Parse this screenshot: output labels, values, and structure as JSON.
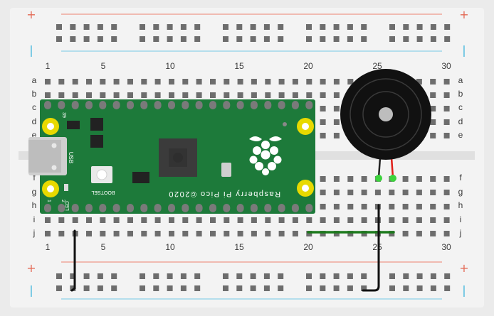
{
  "breadboard": {
    "columns": 30,
    "column_labels": [
      "1",
      "5",
      "10",
      "15",
      "20",
      "25",
      "30"
    ],
    "rows_top": [
      "a",
      "b",
      "c",
      "d",
      "e"
    ],
    "rows_bottom": [
      "f",
      "g",
      "h",
      "i",
      "j"
    ],
    "rail_plus": "+",
    "rail_minus": "|",
    "colors": {
      "board": "#f3f3f3",
      "hole": "#6d6d6d",
      "rail_red": "#f0a89b",
      "rail_blue": "#9fd8ea",
      "trench": "#e0e0e0"
    }
  },
  "pico": {
    "brand_text": "Raspberry Pi Pico ©2020",
    "bootsel_label": "BOOTSEL",
    "usb_label": "USB",
    "led_label": "LED",
    "pin_label_1": "1",
    "pin_label_2": "2",
    "pin_label_39": "39",
    "colors": {
      "pcb": "#1d7a3a",
      "pad": "#e8d900",
      "chip": "#3b3b3b"
    }
  },
  "buzzer": {
    "component": "piezo-buzzer",
    "colors": {
      "body": "#111111",
      "lead_neg": "#222222",
      "lead_pos": "#e0201a",
      "pin": "#3cd23c"
    }
  },
  "wires": {
    "colors": {
      "ground": "#111111",
      "signal": "#1c7a1c"
    }
  }
}
